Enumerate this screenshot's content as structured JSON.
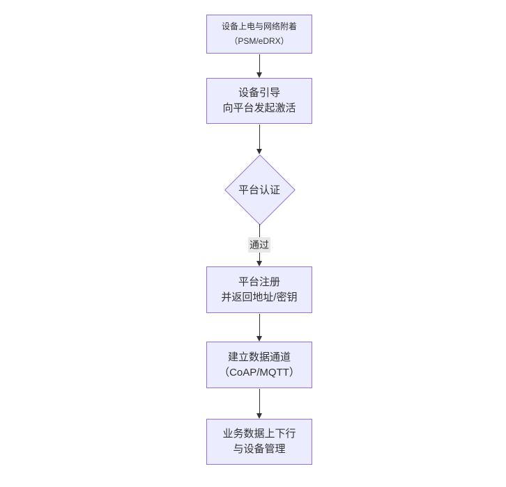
{
  "colors": {
    "node_fill": "#ECECFF",
    "node_border": "#9370DB",
    "arrow": "#333333",
    "text": "#333333",
    "edge_label_bg": "#e8e8e8"
  },
  "flowchart": {
    "direction": "top-down",
    "nodes": [
      {
        "id": "n1",
        "shape": "rect",
        "line1": "设备上电与网络附着",
        "line2": "（PSM/eDRX）"
      },
      {
        "id": "n2",
        "shape": "rect",
        "line1": "设备引导",
        "line2": "向平台发起激活"
      },
      {
        "id": "n3",
        "shape": "diamond",
        "line1": "平台认证",
        "line2": ""
      },
      {
        "id": "n4",
        "shape": "rect",
        "line1": "平台注册",
        "line2": "并返回地址/密钥"
      },
      {
        "id": "n5",
        "shape": "rect",
        "line1": "建立数据通道",
        "line2": "（CoAP/MQTT）"
      },
      {
        "id": "n6",
        "shape": "rect",
        "line1": "业务数据上下行",
        "line2": "与设备管理"
      }
    ],
    "edges": [
      {
        "from": "n1",
        "to": "n2",
        "label": ""
      },
      {
        "from": "n2",
        "to": "n3",
        "label": ""
      },
      {
        "from": "n3",
        "to": "n4",
        "label": "通过"
      },
      {
        "from": "n4",
        "to": "n5",
        "label": ""
      },
      {
        "from": "n5",
        "to": "n6",
        "label": ""
      }
    ]
  }
}
